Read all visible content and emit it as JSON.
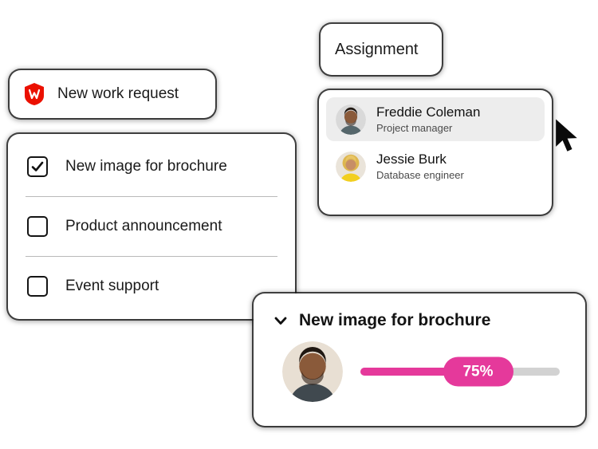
{
  "assignment_card": {
    "title": "Assignment"
  },
  "work_request_card": {
    "label": "New work request"
  },
  "checklist_card": {
    "items": [
      {
        "label": "New image for brochure",
        "checked": true
      },
      {
        "label": "Product announcement",
        "checked": false
      },
      {
        "label": "Event support",
        "checked": false
      }
    ]
  },
  "people_card": {
    "people": [
      {
        "name": "Freddie Coleman",
        "role": "Project manager",
        "highlighted": true
      },
      {
        "name": "Jessie Burk",
        "role": "Database engineer",
        "highlighted": false
      }
    ]
  },
  "progress_card": {
    "title": "New image for brochure",
    "percent": 75,
    "percent_label": "75%"
  },
  "colors": {
    "accent_pink": "#e5399b",
    "brand_red": "#eb1000",
    "highlight_gray": "#ededed",
    "track_gray": "#d2d2d2"
  }
}
